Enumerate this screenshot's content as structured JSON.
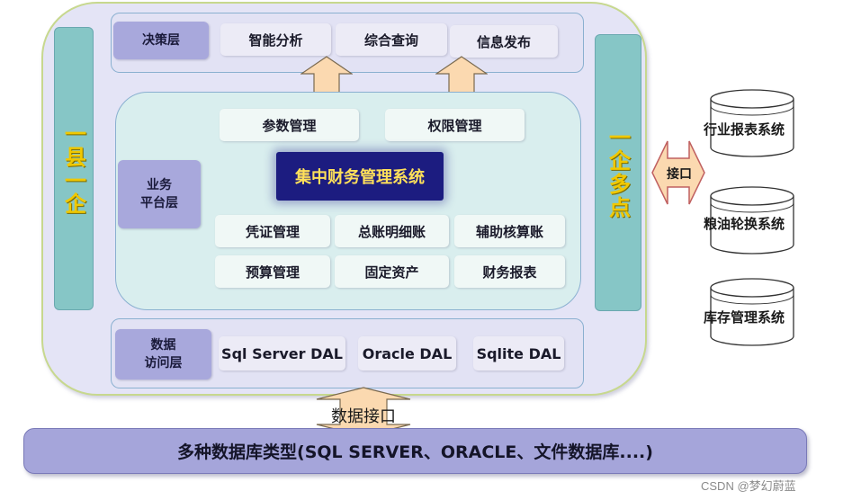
{
  "side_left": "一县一企",
  "side_right": "一企多点",
  "decision": {
    "tag": "决策层",
    "items": [
      "智能分析",
      "综合查询",
      "信息发布"
    ]
  },
  "business": {
    "tag": "业务\n平台层",
    "top_items": [
      "参数管理",
      "权限管理"
    ],
    "core": "集中财务管理系统",
    "grid": [
      "凭证管理",
      "总账明细账",
      "辅助核算账",
      "预算管理",
      "固定资产",
      "财务报表"
    ]
  },
  "data_access": {
    "tag": "数据\n访问层",
    "items": [
      "Sql Server DAL",
      "Oracle DAL",
      "Sqlite DAL"
    ]
  },
  "interface": "接口",
  "systems": [
    "行业报表系统",
    "粮油轮换系统",
    "库存管理系统"
  ],
  "data_interface": "数据接口",
  "database_bar": "多种数据库类型(SQL SERVER、ORACLE、文件数据库....)",
  "watermark": "CSDN @梦幻蔚蓝",
  "colors": {
    "outer": "#e4e4f6",
    "side_bar": "#86c6c6",
    "side_text": "#f0c800",
    "tag": "#a8a8dc",
    "core_bg": "#1c1c80",
    "core_text": "#ffe05a",
    "arrow": "#fbd9b0"
  }
}
